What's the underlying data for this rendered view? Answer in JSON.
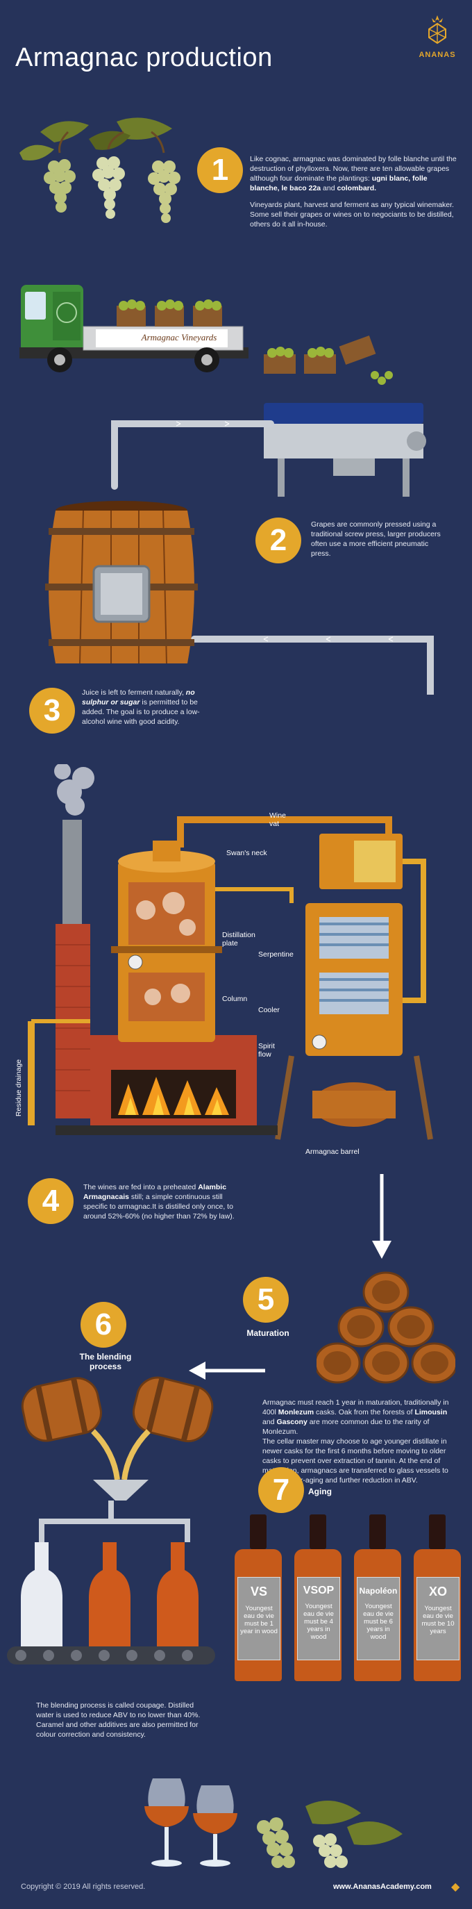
{
  "header": {
    "title": "Armagnac production",
    "logo_text": "ANANAS"
  },
  "step1": {
    "number": "1",
    "para1_part1": "Like cognac, armagnac was dominated by folle blanche until the destruction of phylloxera. Now, there are ten allowable grapes although four dominate the plantings: ",
    "para1_bold": "ugni blanc, folle blanche, le baco 22a",
    "para1_and": " and ",
    "para1_bold2": "colombard.",
    "para2": "Vineyards plant, harvest and ferment as any typical winemaker. Some sell their grapes or wines on to negociants to be distilled, others do it all in-house."
  },
  "truck": {
    "sign_text": "Armagnac  Vineyards"
  },
  "step2": {
    "number": "2",
    "text": "Grapes are commonly pressed using a traditional screw press, larger producers often use a more efficient pneumatic press."
  },
  "step3": {
    "number": "3",
    "text_part1": "Juice is left to ferment naturally, ",
    "text_bold": "no sulphur or sugar",
    "text_part2": " is permitted to be added. The goal is to produce a low-alcohol wine with good acidity."
  },
  "still_labels": {
    "wine_vat": "Wine vat",
    "swans_neck": "Swan's neck",
    "distillation_plate": "Distillation plate",
    "column": "Column",
    "serpentine": "Serpentine",
    "cooler": "Cooler",
    "spirit_flow": "Spirit flow",
    "residue_drainage": "Residue drainage",
    "armagnac_barrel": "Armagnac barrel"
  },
  "step4": {
    "number": "4",
    "text_part1": "The wines are fed into a preheated ",
    "text_bold": "Alambic Armagnacais",
    "text_part2": " still; a simple continuous still specific to armagnac.It is distilled only once, to around 52%-60% (no higher than 72% by law)."
  },
  "step5": {
    "number": "5",
    "caption": "Maturation",
    "text_part1": "Armagnac must reach 1 year in maturation, traditionally in 400l ",
    "text_bold1": "Monlezum",
    "text_part2": " casks. Oak from the forests of ",
    "text_bold2": "Limousin",
    "text_and": " and ",
    "text_bold3": "Gascony",
    "text_part3": " are more common due to the rarity of Monlezum.",
    "text2": "The cellar master may choose to age younger distillate in newer casks for the first 6 months before moving to older casks to prevent over extraction of tannin. At the end of maturation, armagnacs are transferred to glass vessels to prevent over-aging and further reduction in ABV."
  },
  "step6": {
    "number": "6",
    "caption": "The blending process",
    "text": "The blending process is called coupage. Distilled water is used to reduce ABV to no lower than 40%. Caramel and other additives are also permitted for colour correction and consistency."
  },
  "step7": {
    "number": "7",
    "caption": "Aging",
    "bottles": [
      {
        "grade": "VS",
        "desc": "Youngest eau de vie must be 1 year in wood"
      },
      {
        "grade": "VSOP",
        "desc": "Youngest eau de vie must be 4 years in wood"
      },
      {
        "grade": "Napoléon",
        "desc": "Youngest eau de vie must be 6 years in wood"
      },
      {
        "grade": "XO",
        "desc": "Youngest eau de vie must be 10 years"
      }
    ]
  },
  "footer": {
    "copyright": "Copyright © 2019 All rights reserved.",
    "website": "www.AnanasAcademy.com"
  },
  "colors": {
    "background": "#26335a",
    "accent": "#e4a72b",
    "copper": "#d98a1f",
    "brick": "#b8432a",
    "wood": "#b0601f"
  }
}
